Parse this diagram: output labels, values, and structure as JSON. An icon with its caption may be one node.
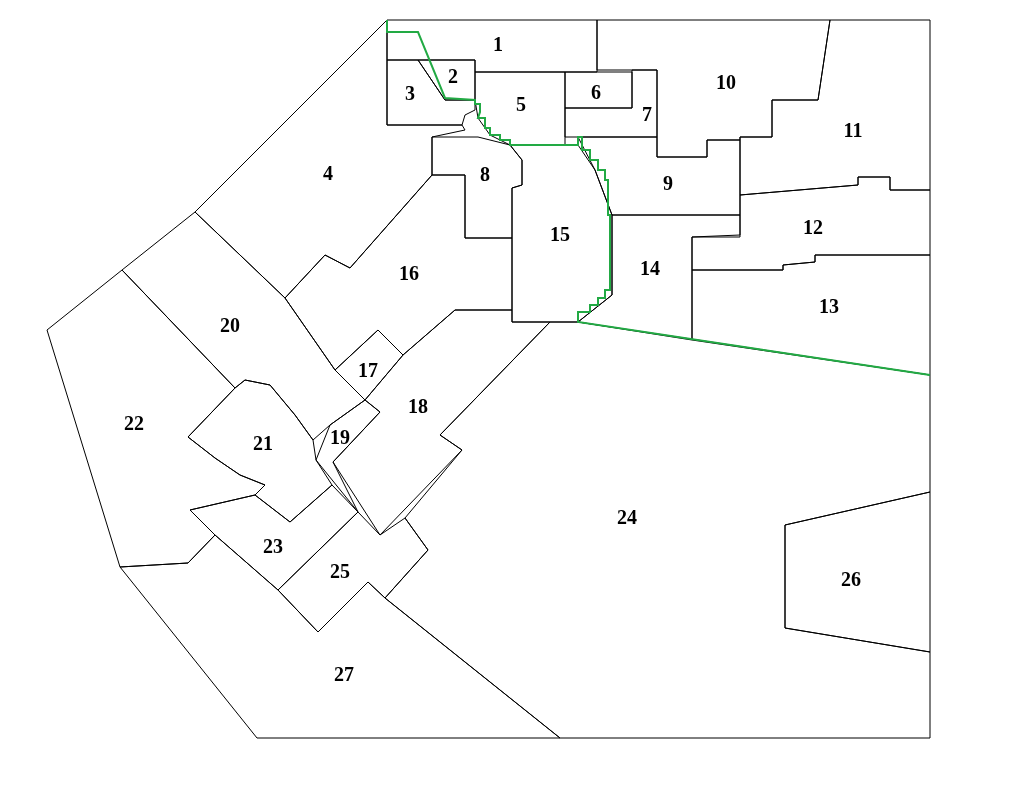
{
  "diagram": {
    "nodes": [
      {
        "text": [
          "1"
        ]
      },
      {
        "text": [
          "2"
        ]
      },
      {
        "text": [
          "3"
        ]
      },
      {
        "text": [
          "4"
        ]
      },
      {
        "text": [
          "5"
        ]
      },
      {
        "text": [
          "6"
        ]
      },
      {
        "text": [
          "7"
        ]
      },
      {
        "text": [
          "8"
        ]
      },
      {
        "text": [
          "9"
        ]
      },
      {
        "text": [
          "10"
        ]
      },
      {
        "text": [
          "11"
        ]
      },
      {
        "text": [
          "12"
        ]
      },
      {
        "text": [
          "13"
        ]
      },
      {
        "text": [
          "14"
        ]
      },
      {
        "text": [
          "15"
        ]
      },
      {
        "text": [
          "16"
        ]
      },
      {
        "text": [
          "17"
        ]
      },
      {
        "text": [
          "18"
        ]
      },
      {
        "text": [
          "19"
        ]
      },
      {
        "text": [
          "20"
        ]
      },
      {
        "text": [
          "21"
        ]
      },
      {
        "text": [
          "22"
        ]
      },
      {
        "text": [
          "23"
        ]
      },
      {
        "text": [
          "24"
        ]
      },
      {
        "text": [
          "25"
        ]
      },
      {
        "text": [
          "26"
        ]
      },
      {
        "text": [
          "27"
        ]
      }
    ]
  }
}
